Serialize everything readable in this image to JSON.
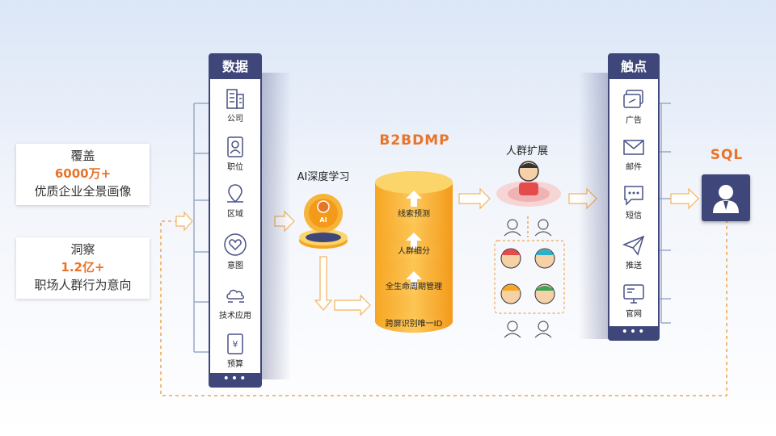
{
  "left_boxes": [
    {
      "title": "覆盖",
      "number": "6000万+",
      "desc": "优质企业全景画像"
    },
    {
      "title": "洞察",
      "number": "1.2亿+",
      "desc": "职场人群行为意向"
    }
  ],
  "data_panel": {
    "title": "数据",
    "items": [
      {
        "label": "公司",
        "icon": "building-icon"
      },
      {
        "label": "职位",
        "icon": "id-badge-icon"
      },
      {
        "label": "区域",
        "icon": "map-pin-icon"
      },
      {
        "label": "意图",
        "icon": "heart-icon"
      },
      {
        "label": "技术应用",
        "icon": "cloud-sync-icon"
      },
      {
        "label": "预算",
        "icon": "yuan-document-icon"
      }
    ],
    "footer": "•••"
  },
  "ai": {
    "label": "AI深度学习",
    "badge": "AI"
  },
  "dmp": {
    "title": "B2BDMP",
    "layers": [
      "线索预测",
      "人群细分",
      "全生命周期管理",
      "跨屏识别唯一ID"
    ]
  },
  "expansion": {
    "label": "人群扩展"
  },
  "touch_panel": {
    "title": "触点",
    "items": [
      {
        "label": "广告",
        "icon": "ad-card-icon"
      },
      {
        "label": "邮件",
        "icon": "mail-icon"
      },
      {
        "label": "短信",
        "icon": "sms-bubble-icon"
      },
      {
        "label": "推送",
        "icon": "paper-plane-icon"
      },
      {
        "label": "官网",
        "icon": "monitor-icon"
      }
    ],
    "footer": "•••"
  },
  "sql": {
    "label": "SQL"
  },
  "colors": {
    "navy": "#3f477a",
    "orange": "#e8742a",
    "yellow": "#f6a623",
    "line": "#9aa8c8",
    "dash": "#f0a54b"
  }
}
